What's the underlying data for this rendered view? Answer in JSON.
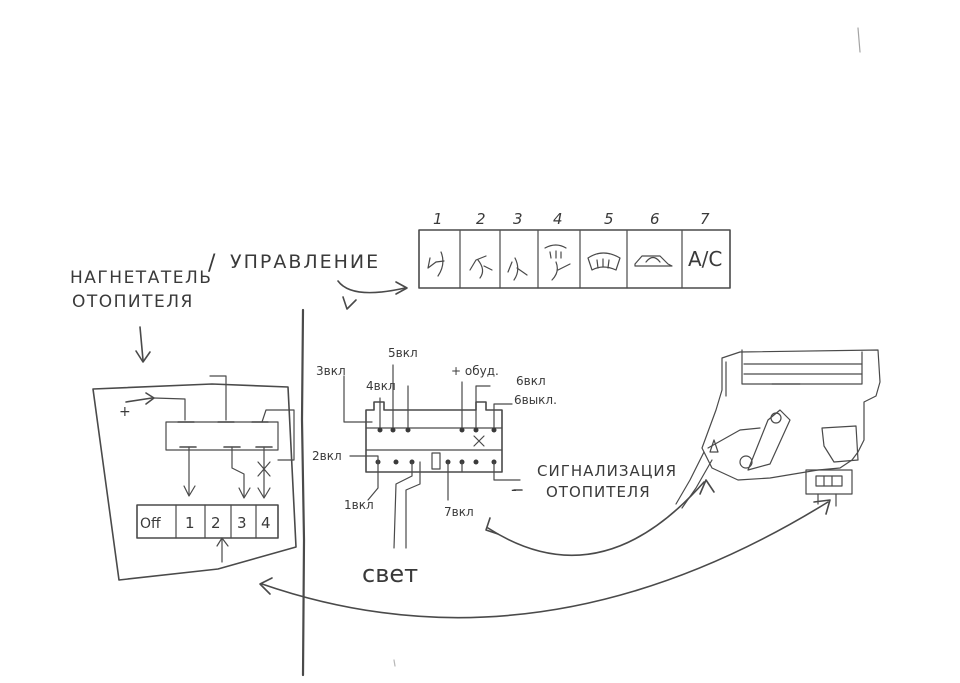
{
  "labels": {
    "blower_line1": "НАГНЕТАТЕЛЬ",
    "slash": "/",
    "control": "УПРАВЛЕНИЕ",
    "blower_line2": "ОТОПИТЕЛЯ",
    "plus": "+",
    "svet": "свет",
    "signal_line1": "СИГНАЛИЗАЦИЯ",
    "signal_line2": "ОТОПИТЕЛЯ",
    "minus": "-"
  },
  "button_numbers": [
    "1",
    "2",
    "3",
    "4",
    "5",
    "6",
    "7"
  ],
  "ac_label": "A/C",
  "switch_positions": [
    "Off",
    "1",
    "2",
    "3",
    "4"
  ],
  "pin_labels": {
    "p5": "5вкл",
    "p3": "3вкл",
    "p4": "4вкл",
    "pplus": "+ обуд.",
    "p6on": "6вкл",
    "p6off": "6выкл.",
    "p2": "2вкл",
    "p1": "1вкл",
    "p7": "7вкл"
  },
  "colors": {
    "ink": "#4a4a4a",
    "paper": "#ffffff"
  }
}
